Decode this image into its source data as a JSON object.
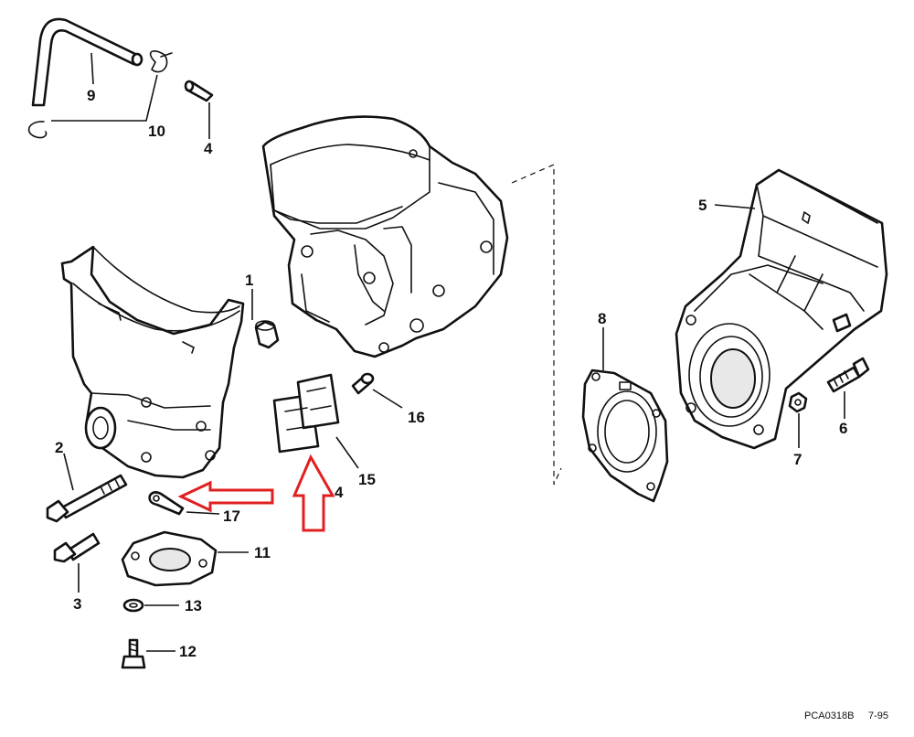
{
  "labels": {
    "l1": "1",
    "l2": "2",
    "l3": "3",
    "l4a": "4",
    "l4b": "4",
    "l5": "5",
    "l6": "6",
    "l7": "7",
    "l8": "8",
    "l9": "9",
    "l10": "10",
    "l11": "11",
    "l12": "12",
    "l13": "13",
    "l15": "15",
    "l16": "16",
    "l17": "17"
  },
  "footer": {
    "code": "PCA0318B",
    "date": "7-95"
  },
  "colors": {
    "ink": "#111111",
    "highlight": "#e02020",
    "background": "#ffffff"
  }
}
